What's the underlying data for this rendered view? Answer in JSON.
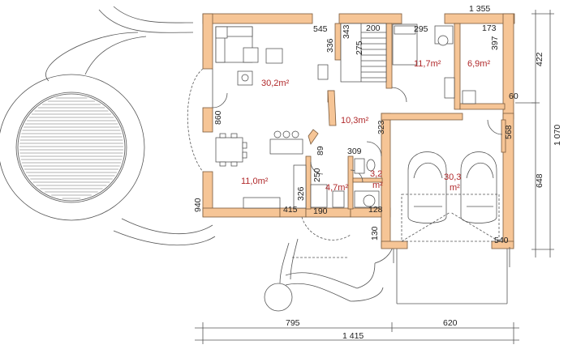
{
  "rooms": {
    "living": "30,2m²",
    "bedroom": "11,7m²",
    "storage": "6,9m²",
    "hall": "10,3m²",
    "kitchen": "11,0m²",
    "bath": "4,7m²",
    "wc_line1": "3,2",
    "wc_line2": "m²",
    "garage_line1": "30,3",
    "garage_line2": "m²"
  },
  "dims": {
    "d1355": "1 355",
    "d545": "545",
    "d336": "336",
    "d343": "343",
    "d200": "200",
    "d275": "275",
    "d295": "295",
    "d173": "173",
    "d397": "397",
    "d422": "422",
    "d60": "60",
    "d1070": "1 070",
    "d860": "860",
    "d323": "323",
    "d568": "568",
    "d309": "309",
    "d89": "89",
    "d250": "250",
    "d326": "326",
    "d940": "940",
    "d415": "415",
    "d190": "190",
    "d128": "128",
    "d648": "648",
    "d130": "130",
    "d540": "540",
    "d795": "795",
    "d620": "620",
    "d1415": "1 415"
  }
}
